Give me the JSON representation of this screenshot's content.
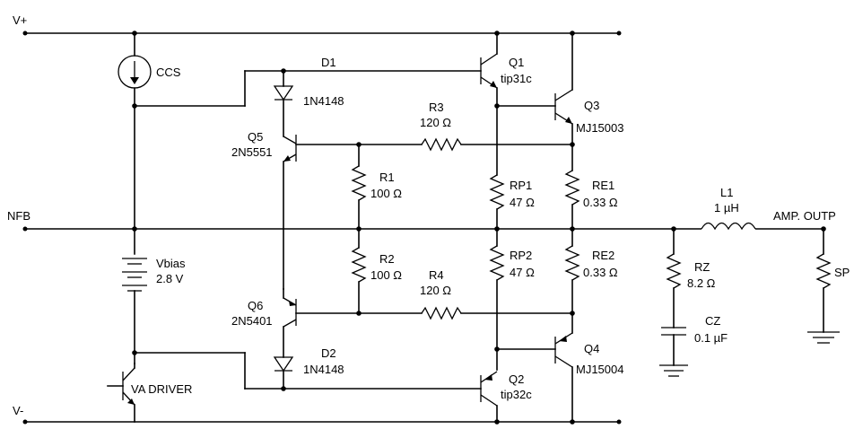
{
  "rails": {
    "vplus": "V+",
    "vminus": "V-",
    "nfb": "NFB",
    "amp_out": "AMP. OUTP",
    "speaker": "SP"
  },
  "components": {
    "ccs": "CCS",
    "vbias_name": "Vbias",
    "vbias_value": "2.8 V",
    "va_driver": "VA DRIVER",
    "d1_name": "D1",
    "d1_part": "1N4148",
    "d2_name": "D2",
    "d2_part": "1N4148",
    "q5_name": "Q5",
    "q5_part": "2N5551",
    "q6_name": "Q6",
    "q6_part": "2N5401",
    "r1_name": "R1",
    "r1_value": "100 Ω",
    "r2_name": "R2",
    "r2_value": "100 Ω",
    "r3_name": "R3",
    "r3_value": "120 Ω",
    "r4_name": "R4",
    "r4_value": "120 Ω",
    "q1_name": "Q1",
    "q1_part": "tip31c",
    "q2_name": "Q2",
    "q2_part": "tip32c",
    "q3_name": "Q3",
    "q3_part": "MJ15003",
    "q4_name": "Q4",
    "q4_part": "MJ15004",
    "rp1_name": "RP1",
    "rp1_value": "47 Ω",
    "rp2_name": "RP2",
    "rp2_value": "47 Ω",
    "re1_name": "RE1",
    "re1_value": "0.33 Ω",
    "re2_name": "RE2",
    "re2_value": "0.33 Ω",
    "l1_name": "L1",
    "l1_value": "1 µH",
    "rz_name": "RZ",
    "rz_value": "8.2 Ω",
    "cz_name": "CZ",
    "cz_value": "0.1 µF"
  }
}
